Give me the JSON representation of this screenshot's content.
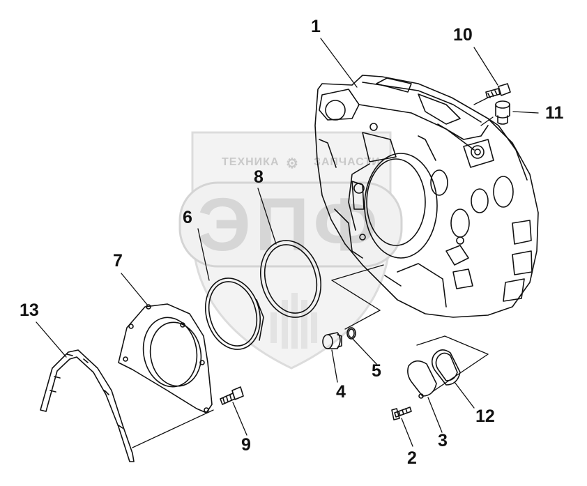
{
  "watermark": {
    "brand_left": "ТЕХНИКА",
    "brand_right": "ЗАПЧАСТИ",
    "logo_letters": "ЭПФ",
    "gear_icon": "gear-icon",
    "color": "#cfcfcf"
  },
  "labels": {
    "p1": "1",
    "p2": "2",
    "p3": "3",
    "p4": "4",
    "p5": "5",
    "p6": "6",
    "p7": "7",
    "p8": "8",
    "p9": "9",
    "p10": "10",
    "p11": "11",
    "p12": "12",
    "p13": "13"
  },
  "colors": {
    "line": "#111111",
    "background": "#ffffff"
  }
}
